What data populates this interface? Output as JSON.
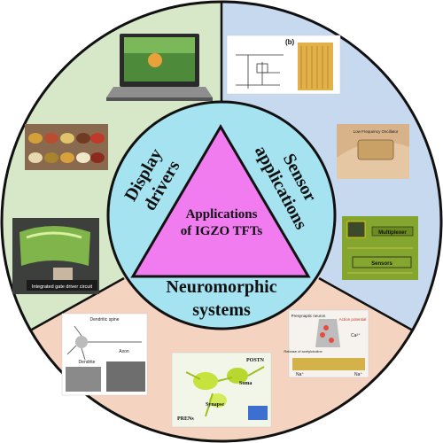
{
  "center": {
    "line1": "Applications",
    "line2": "of IGZO TFTs"
  },
  "labels": {
    "display_line1": "Display",
    "display_line2": "drivers",
    "sensor_line1": "Sensor",
    "sensor_line2": "applications",
    "neuro_line1": "Neuromorphic",
    "neuro_line2": "systems"
  },
  "thumbnails": {
    "flex_caption": "Integrated gate driver circuit",
    "circuit_tag": "(b)",
    "multiplexer": "Multiplexer",
    "sensors": "Sensors",
    "low_freq": "Low Frequency Oscillator",
    "dendritic_spine": "Dendritic spine",
    "axon": "Axon",
    "dendrite": "Dendrite",
    "postn": "POSTN",
    "soma": "Soma",
    "synapse": "Synapse",
    "pren": "PRENs",
    "presynaptic": "Presynaptic neuron",
    "action_potential": "Action potential",
    "release": "Release of acetylcholine",
    "ca": "Ca²⁺",
    "na": "Na⁺"
  },
  "colors": {
    "display_sector": "#d6e8c8",
    "sensor_sector": "#c7d9ee",
    "neuro_sector": "#f5d3c1",
    "inner_circle": "#a6e3f0",
    "triangle": "#f07cf0",
    "outline": "#111111"
  }
}
